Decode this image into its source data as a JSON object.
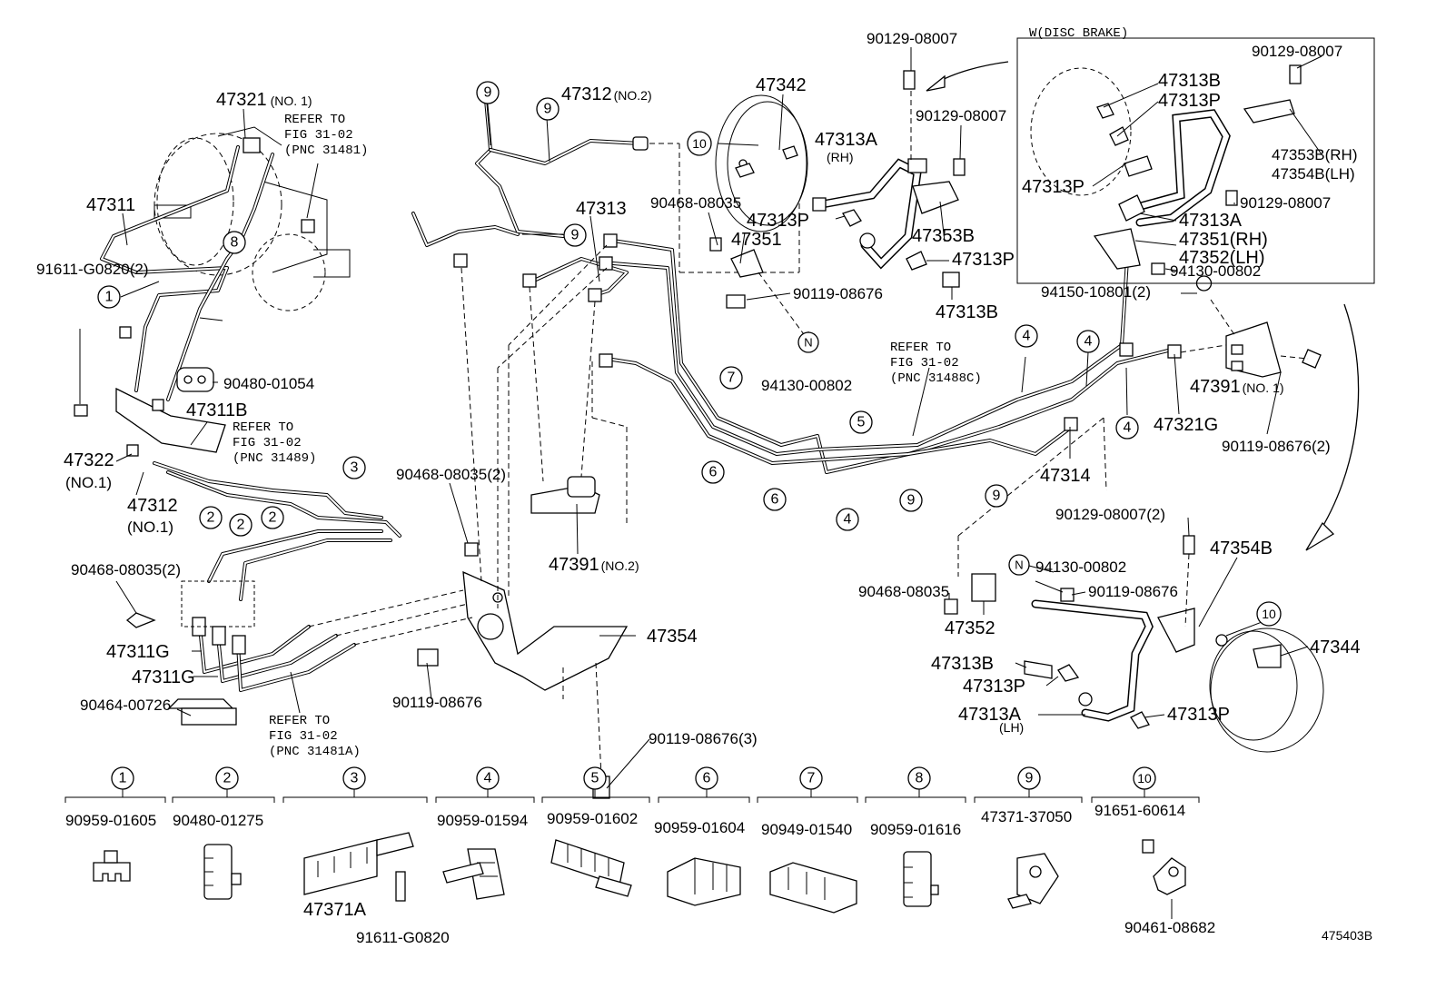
{
  "figure_id": "475403B",
  "disc_brake_box": {
    "title": "W(DISC BRAKE)"
  },
  "callouts": [
    {
      "text": "47321",
      "sub": "(NO. 1)"
    },
    {
      "text": "REFER TO"
    },
    {
      "text": "FIG 31-02"
    },
    {
      "text": "(PNC 31481)"
    },
    {
      "text": "47311"
    },
    {
      "text": "91611-G0820(2)"
    },
    {
      "text": "90480-01054"
    },
    {
      "text": "47311B"
    },
    {
      "text": "REFER TO"
    },
    {
      "text": "FIG 31-02"
    },
    {
      "text": "(PNC 31489)"
    },
    {
      "text": "47322"
    },
    {
      "text": "(NO.1)"
    },
    {
      "text": "47312"
    },
    {
      "text": "(NO.1)"
    },
    {
      "text": "90468-08035(2)"
    },
    {
      "text": "47311G"
    },
    {
      "text": "47311G"
    },
    {
      "text": "90464-00726"
    },
    {
      "text": "REFER TO"
    },
    {
      "text": "FIG 31-02"
    },
    {
      "text": "(PNC 31481A)"
    },
    {
      "text": "47312",
      "sub": "(NO.2)"
    },
    {
      "text": "47313"
    },
    {
      "text": "90468-08035(2)"
    },
    {
      "text": "47391",
      "sub": "(NO.2)"
    },
    {
      "text": "47354"
    },
    {
      "text": "90119-08676"
    },
    {
      "text": "90119-08676(3)"
    },
    {
      "text": "47342"
    },
    {
      "text": "90468-08035"
    },
    {
      "text": "47351"
    },
    {
      "text": "90119-08676"
    },
    {
      "text": "94130-00802"
    },
    {
      "text": "47313A"
    },
    {
      "text": "(RH)"
    },
    {
      "text": "47313P"
    },
    {
      "text": "90129-08007"
    },
    {
      "text": "90129-08007"
    },
    {
      "text": "47353B"
    },
    {
      "text": "47313P"
    },
    {
      "text": "47313B"
    },
    {
      "text": "REFER TO"
    },
    {
      "text": "FIG 31-02"
    },
    {
      "text": "(PNC 31488C)"
    },
    {
      "text": "47314"
    },
    {
      "text": "94150-10801(2)"
    },
    {
      "text": "47391",
      "sub": "(NO. 1)"
    },
    {
      "text": "47321G"
    },
    {
      "text": "90119-08676(2)"
    },
    {
      "text": "90129-08007(2)"
    },
    {
      "text": "47354B"
    },
    {
      "text": "94130-00802"
    },
    {
      "text": "90119-08676"
    },
    {
      "text": "90468-08035"
    },
    {
      "text": "47352"
    },
    {
      "text": "47313B"
    },
    {
      "text": "47313P"
    },
    {
      "text": "47313A"
    },
    {
      "text": "(LH)"
    },
    {
      "text": "47313P"
    },
    {
      "text": "47344"
    },
    {
      "text": "47313B"
    },
    {
      "text": "47313P"
    },
    {
      "text": "90129-08007"
    },
    {
      "text": "47353B(RH)"
    },
    {
      "text": "47354B(LH)"
    },
    {
      "text": "47313P"
    },
    {
      "text": "90129-08007"
    },
    {
      "text": "47313A"
    },
    {
      "text": "47351(RH)"
    },
    {
      "text": "47352(LH)"
    },
    {
      "text": "94130-00802"
    }
  ],
  "index_markers": [
    "1",
    "2",
    "2",
    "2",
    "2",
    "3",
    "8",
    "9",
    "9",
    "9",
    "10",
    "7",
    "6",
    "6",
    "4",
    "5",
    "4",
    "4",
    "4",
    "9",
    "9",
    "10",
    "N",
    "N"
  ],
  "clamp_legend": [
    {
      "marker": "1",
      "part": "90959-01605"
    },
    {
      "marker": "2",
      "part": "90480-01275"
    },
    {
      "marker": "3",
      "part": "",
      "sub_parts": [
        "47371A",
        "91611-G0820"
      ]
    },
    {
      "marker": "4",
      "part": "90959-01594"
    },
    {
      "marker": "5",
      "part": "90959-01602"
    },
    {
      "marker": "6",
      "part": "90959-01604"
    },
    {
      "marker": "7",
      "part": "90949-01540"
    },
    {
      "marker": "8",
      "part": "90959-01616"
    },
    {
      "marker": "9",
      "part": "47371-37050"
    },
    {
      "marker": "10",
      "part": "91651-60614",
      "sub_parts": [
        "90461-08682"
      ]
    }
  ]
}
